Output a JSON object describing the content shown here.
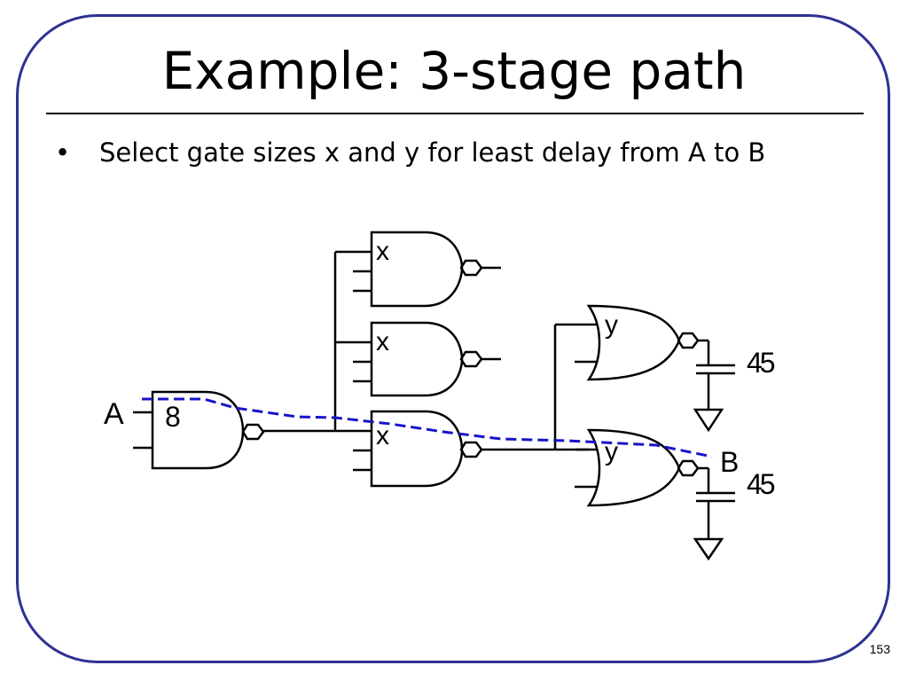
{
  "slide": {
    "title": "Example: 3-stage path",
    "bullet_symbol": "•",
    "bullet_text": "Select gate sizes x and y for least delay from A to B",
    "page_number": "153"
  },
  "circuit": {
    "input_label": "A",
    "output_label": "B",
    "first_gate_size": "8",
    "nand_sizes": [
      "x",
      "x",
      "x"
    ],
    "nor_sizes": [
      "y",
      "y"
    ],
    "loads": [
      "45",
      "45"
    ]
  },
  "colors": {
    "frame": "#2e3192",
    "critical_path": "#1515c8",
    "wires": "#000000"
  }
}
